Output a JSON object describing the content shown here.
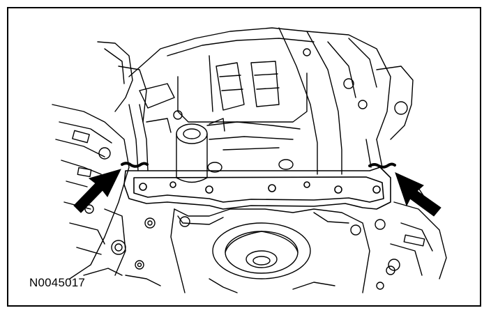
{
  "figure": {
    "reference_code": "N0045017"
  },
  "colors": {
    "ink": "#000000",
    "paper": "#ffffff"
  },
  "callouts": [
    {
      "icon": "arrow-icon",
      "target": "sealant-point-left"
    },
    {
      "icon": "arrow-icon",
      "target": "sealant-point-right"
    }
  ]
}
